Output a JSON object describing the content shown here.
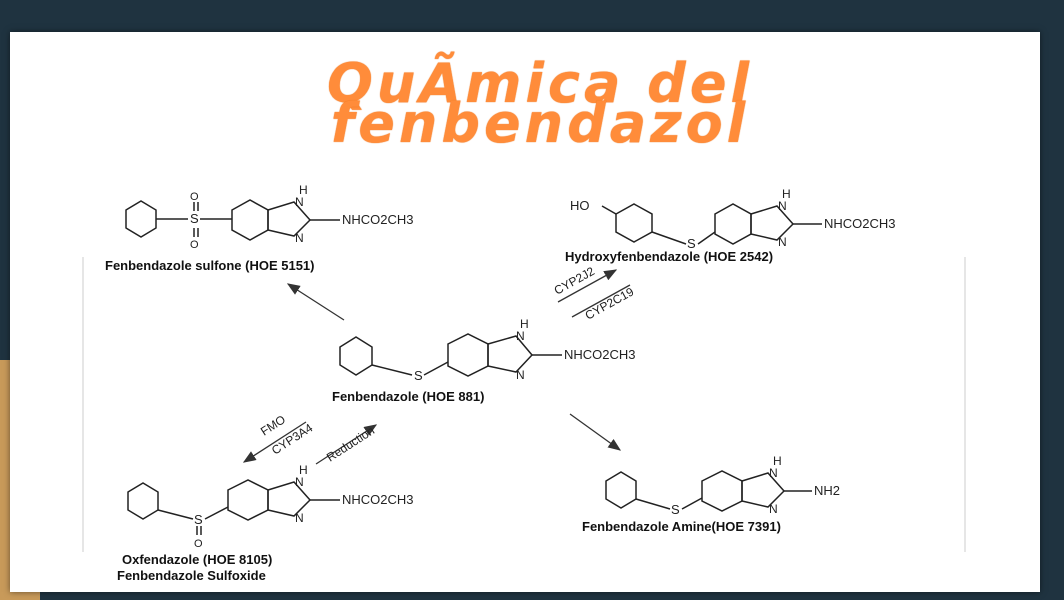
{
  "title": {
    "line1": "QuÃmica del",
    "line2": "fenbendazol"
  },
  "colors": {
    "title": "#ff8c3a",
    "background_dark": "#1f3340",
    "background_accent": "#c89a5a"
  },
  "compounds": {
    "sulfone": {
      "label": "Fenbendazole sulfone (HOE 5151)",
      "substituent": "NHCO2CH3"
    },
    "hydroxy": {
      "label": "Hydroxyfenbendazole (HOE 2542)",
      "substituent": "NHCO2CH3",
      "hydroxyl": "HO"
    },
    "fenbendazole": {
      "label": "Fenbendazole (HOE 881)",
      "substituent": "NHCO2CH3"
    },
    "oxfendazole": {
      "label": "Oxfendazole (HOE 8105)",
      "label2": "Fenbendazole Sulfoxide",
      "substituent": "NHCO2CH3"
    },
    "amine": {
      "label": "Fenbendazole Amine(HOE 7391)",
      "substituent": "NH2"
    }
  },
  "enzymes": {
    "cyp2j2": "CYP2J2",
    "cyp2c19": "CYP2C19",
    "fmo": "FMO",
    "cyp3a4": "CYP3A4",
    "reduction": "Reduction"
  },
  "atoms": {
    "nh": "H",
    "n": "N",
    "s": "S",
    "o": "O"
  }
}
